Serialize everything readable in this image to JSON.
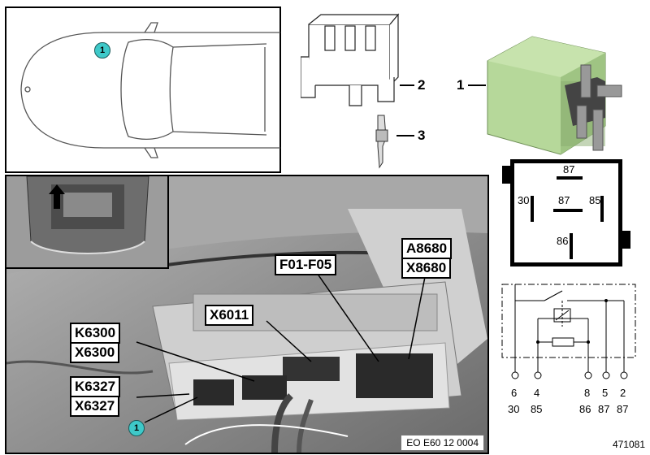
{
  "car_view": {
    "callout_number": "1"
  },
  "relay_parts": {
    "part1_number": "1",
    "part2_number": "2",
    "part3_number": "3"
  },
  "relay_pin_diagram": {
    "pin_87_top": "87",
    "pin_30": "30",
    "pin_87_mid": "87",
    "pin_85": "85",
    "pin_86": "86"
  },
  "schematic": {
    "pin_numbers": [
      "6",
      "4",
      "8",
      "5",
      "2"
    ],
    "pin_functions": [
      "30",
      "85",
      "86",
      "87",
      "87"
    ]
  },
  "photo": {
    "labels": {
      "a8680": "A8680",
      "x8680": "X8680",
      "f01_f05": "F01-F05",
      "x6011": "X6011",
      "k6300": "K6300",
      "x6300": "X6300",
      "k6327": "K6327",
      "x6327": "X6327"
    },
    "callout_number": "1",
    "code": "EO E60 12 0004"
  },
  "document_number": "471081",
  "colors": {
    "callout": "#3ec9c9",
    "relay_green": "#b6d89a"
  }
}
